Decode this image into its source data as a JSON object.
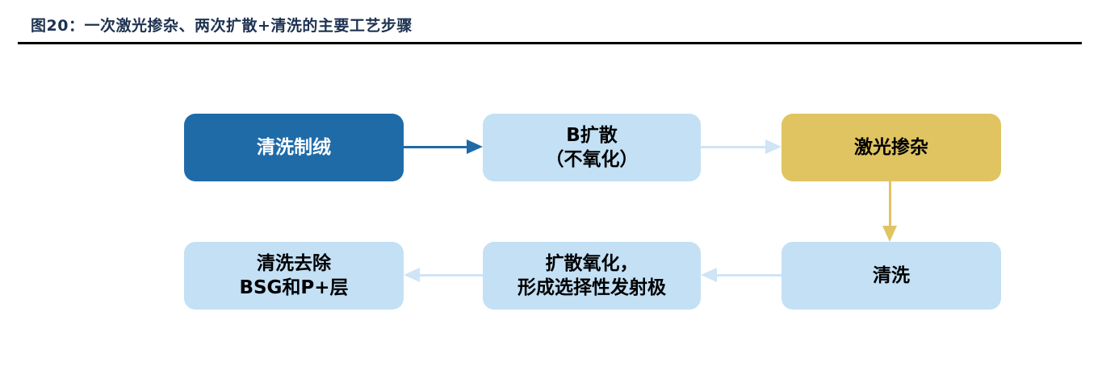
{
  "figure": {
    "title": "图20：一次激光掺杂、两次扩散+清洗的主要工艺步骤"
  },
  "colors": {
    "title_text": "#1d3250",
    "rule": "#000000",
    "node_dark_blue": "#1f6ba8",
    "node_light_blue": "#c3e0f5",
    "node_gold": "#e0c462",
    "arrow_dark_blue": "#1f6ba8",
    "arrow_light_blue": "#cfe4f7",
    "arrow_gold": "#e0c462",
    "text_on_dark": "#ffffff",
    "text_on_light": "#000000"
  },
  "flow": {
    "nodes": [
      {
        "id": "clean-texture",
        "label": "清洗制绒",
        "fill": "dark",
        "text": "white"
      },
      {
        "id": "b-diffusion",
        "label": "B扩散\n（不氧化）",
        "fill": "light",
        "text": "dark"
      },
      {
        "id": "laser-doping",
        "label": "激光掺杂",
        "fill": "gold",
        "text": "dark"
      },
      {
        "id": "cleaning",
        "label": "清洗",
        "fill": "light",
        "text": "dark"
      },
      {
        "id": "diffusion-ox",
        "label": "扩散氧化，\n形成选择性发射极",
        "fill": "light",
        "text": "dark"
      },
      {
        "id": "remove-bsg",
        "label": "清洗去除\nBSG和P+层",
        "fill": "light",
        "text": "dark"
      }
    ],
    "edges": [
      {
        "id": "arrow-1",
        "from": "clean-texture",
        "to": "b-diffusion",
        "direction": "right",
        "color": "#1f6ba8"
      },
      {
        "id": "arrow-2",
        "from": "b-diffusion",
        "to": "laser-doping",
        "direction": "right",
        "color": "#cfe4f7"
      },
      {
        "id": "arrow-3",
        "from": "laser-doping",
        "to": "cleaning",
        "direction": "down",
        "color": "#e0c462"
      },
      {
        "id": "arrow-4",
        "from": "cleaning",
        "to": "diffusion-ox",
        "direction": "left",
        "color": "#cfe4f7"
      },
      {
        "id": "arrow-5",
        "from": "diffusion-ox",
        "to": "remove-bsg",
        "direction": "left",
        "color": "#cfe4f7"
      }
    ]
  }
}
